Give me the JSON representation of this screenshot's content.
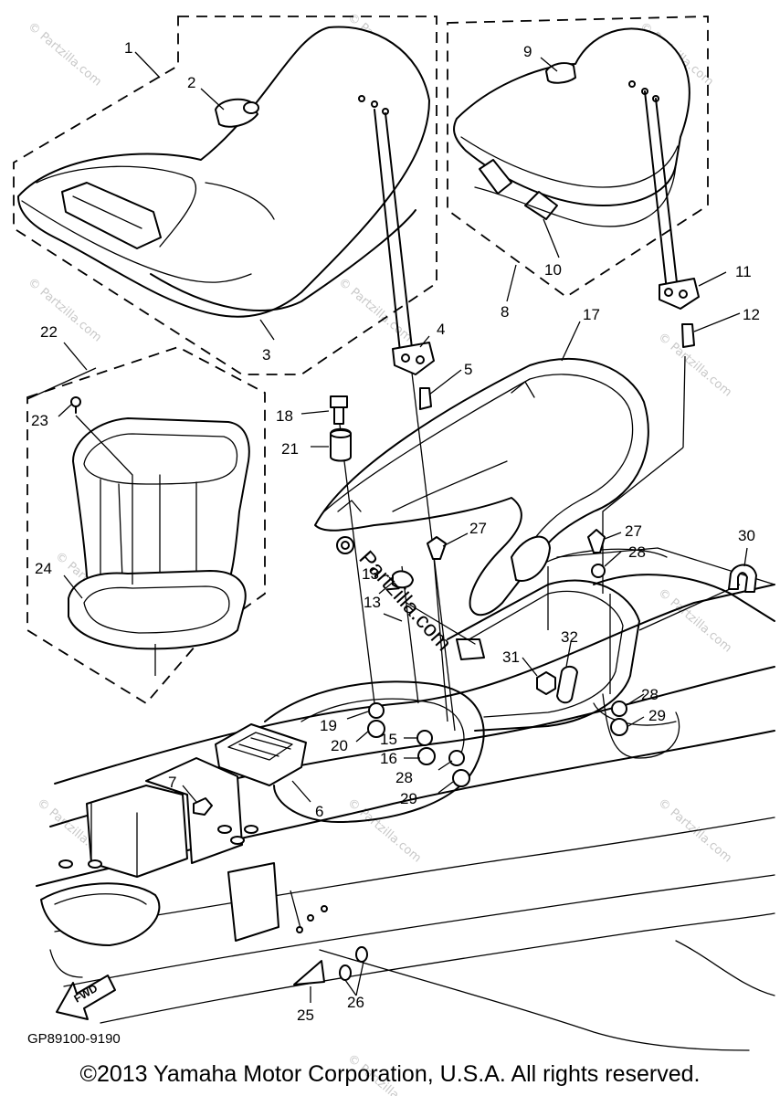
{
  "diagram": {
    "code": "GP89100-9190",
    "fwd_label": "FWD",
    "center_watermark": "Partzilla.com",
    "watermark_text": "© Partzilla.com",
    "copyright": "©2013 Yamaha Motor Corporation, U.S.A. All rights reserved."
  },
  "callouts": [
    {
      "id": "1",
      "part": "seat-1"
    },
    {
      "id": "2",
      "part": "seat-1-handle"
    },
    {
      "id": "3",
      "part": "seat-1-gasket"
    },
    {
      "id": "4",
      "part": "hook-front"
    },
    {
      "id": "5",
      "part": "bolt-front"
    },
    {
      "id": "6",
      "part": "bracket"
    },
    {
      "id": "7",
      "part": "bolt-bracket"
    },
    {
      "id": "8",
      "part": "seat-2"
    },
    {
      "id": "9",
      "part": "seat-2-handle"
    },
    {
      "id": "10",
      "part": "seat-2-gasket"
    },
    {
      "id": "11",
      "part": "hook-rear"
    },
    {
      "id": "12",
      "part": "bolt-rear"
    },
    {
      "id": "13",
      "part": "band-a"
    },
    {
      "id": "13",
      "part": "band-b"
    },
    {
      "id": "15",
      "part": "washer-a"
    },
    {
      "id": "16",
      "part": "nut-a"
    },
    {
      "id": "17",
      "part": "seat-base-cover"
    },
    {
      "id": "18",
      "part": "bolt-cover"
    },
    {
      "id": "19",
      "part": "washer-b"
    },
    {
      "id": "20",
      "part": "nut-b"
    },
    {
      "id": "21",
      "part": "collar"
    },
    {
      "id": "22",
      "part": "storage-box-assy"
    },
    {
      "id": "23",
      "part": "screw-box"
    },
    {
      "id": "24",
      "part": "box-gasket"
    },
    {
      "id": "25",
      "part": "plate"
    },
    {
      "id": "26",
      "part": "cap"
    },
    {
      "id": "27",
      "part": "stud-a"
    },
    {
      "id": "27",
      "part": "stud-b"
    },
    {
      "id": "28",
      "part": "washer-c"
    },
    {
      "id": "28",
      "part": "washer-d"
    },
    {
      "id": "28",
      "part": "washer-e"
    },
    {
      "id": "29",
      "part": "nut-c"
    },
    {
      "id": "29",
      "part": "nut-d"
    },
    {
      "id": "30",
      "part": "u-bolt"
    },
    {
      "id": "31",
      "part": "nut-e"
    },
    {
      "id": "32",
      "part": "plate-small"
    }
  ]
}
